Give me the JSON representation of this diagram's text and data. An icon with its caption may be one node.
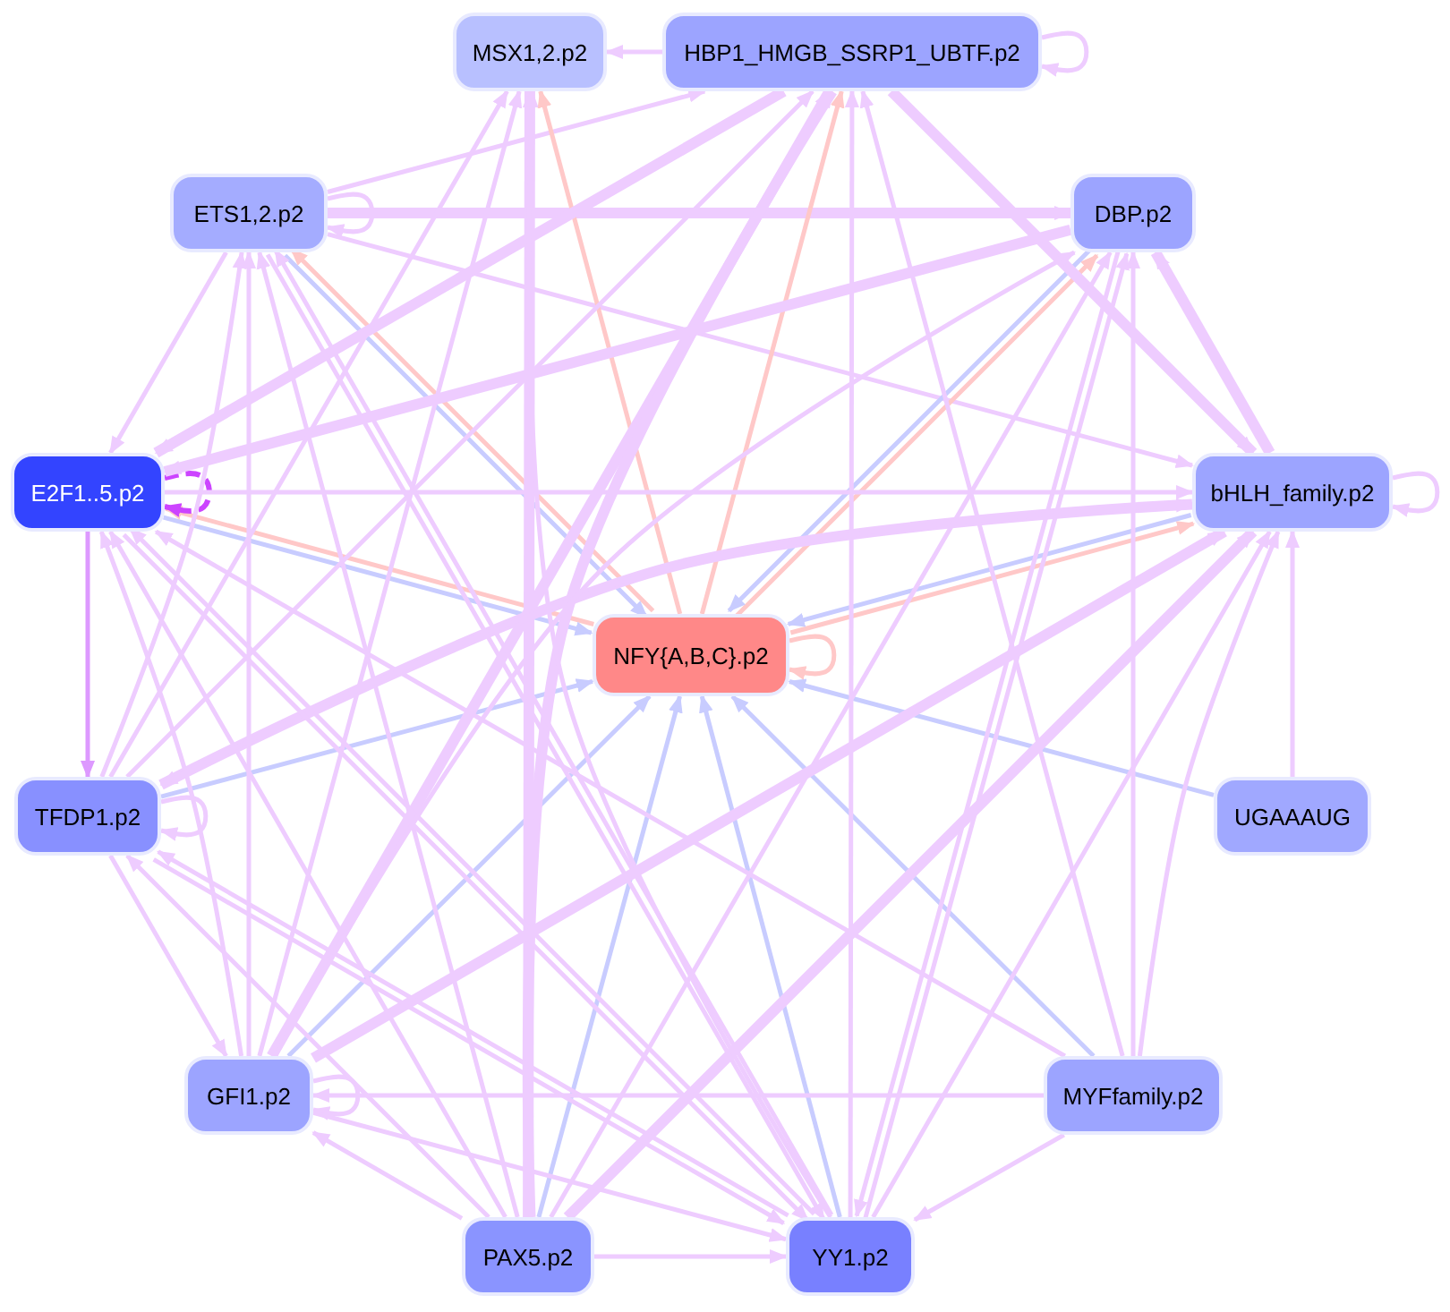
{
  "diagram": {
    "nodes": [
      {
        "text": [
          "MSX1,2.p2"
        ]
      },
      {
        "text": [
          "HBP1_HMGB_SSRP1_UBTF.p2"
        ]
      },
      {
        "text": [
          "ETS1,2.p2"
        ]
      },
      {
        "text": [
          "DBP.p2"
        ]
      },
      {
        "text": [
          "E2F1..5.p2"
        ]
      },
      {
        "text": [
          "bHLH_family.p2"
        ]
      },
      {
        "text": [
          "NFY{A,B,C}.p2"
        ]
      },
      {
        "text": [
          "TFDP1.p2"
        ]
      },
      {
        "text": [
          "UGAAAUG"
        ]
      },
      {
        "text": [
          "GFI1.p2"
        ]
      },
      {
        "text": [
          "MYFfamily.p2"
        ]
      },
      {
        "text": [
          "PAX5.p2"
        ]
      },
      {
        "text": [
          "YY1.p2"
        ]
      }
    ],
    "edges": [
      {
        "from": 1,
        "to": 0,
        "arrow": "to"
      },
      {
        "from": 1,
        "to": 1,
        "arrow": "to"
      },
      {
        "from": 2,
        "to": 1,
        "arrow": "to"
      },
      {
        "from": 2,
        "to": 2,
        "arrow": "to"
      },
      {
        "from": 2,
        "to": 3,
        "arrow": "to",
        "style": "thick"
      },
      {
        "from": 2,
        "to": 4,
        "arrow": "to"
      },
      {
        "from": 2,
        "to": 5,
        "arrow": "to"
      },
      {
        "from": 6,
        "to": 2,
        "arrow": "to",
        "color": "#ffc8c8"
      },
      {
        "from": 2,
        "to": 6,
        "arrow": "to",
        "color": "#c8ccff"
      },
      {
        "from": 6,
        "to": 4,
        "arrow": "to",
        "color": "#ffc8c8"
      },
      {
        "from": 4,
        "to": 6,
        "arrow": "to",
        "color": "#c8ccff"
      },
      {
        "from": 6,
        "to": 0,
        "arrow": "to",
        "color": "#ffc8c8"
      },
      {
        "from": 6,
        "to": 1,
        "arrow": "to",
        "color": "#ffc8c8"
      },
      {
        "from": 6,
        "to": 3,
        "arrow": "to",
        "color": "#ffc8c8"
      },
      {
        "from": 3,
        "to": 6,
        "arrow": "to",
        "color": "#c8ccff"
      },
      {
        "from": 6,
        "to": 5,
        "arrow": "to",
        "color": "#ffc8c8"
      },
      {
        "from": 5,
        "to": 6,
        "arrow": "to",
        "color": "#c8ccff"
      },
      {
        "from": 6,
        "to": 6,
        "arrow": "to",
        "color": "#ffc8c8"
      },
      {
        "from": 4,
        "to": 4,
        "arrow": "to",
        "style": "dashed",
        "color": "#cc44ff"
      },
      {
        "from": 4,
        "to": 5,
        "arrow": "to"
      },
      {
        "from": 4,
        "to": 7,
        "arrow": "to",
        "color": "#dd99ff"
      },
      {
        "from": 7,
        "to": 6,
        "arrow": "to",
        "color": "#c8ccff"
      },
      {
        "from": 8,
        "to": 6,
        "arrow": "to",
        "color": "#c8ccff"
      },
      {
        "from": 9,
        "to": 6,
        "arrow": "to",
        "color": "#c8ccff"
      },
      {
        "from": 11,
        "to": 6,
        "arrow": "to",
        "color": "#c8ccff"
      },
      {
        "from": 12,
        "to": 6,
        "arrow": "to",
        "color": "#c8ccff"
      },
      {
        "from": 10,
        "to": 6,
        "arrow": "to",
        "color": "#c8ccff"
      },
      {
        "from": 7,
        "to": 7,
        "arrow": "to"
      },
      {
        "from": 9,
        "to": 9,
        "arrow": "to"
      },
      {
        "from": 5,
        "to": 5,
        "arrow": "to"
      },
      {
        "from": 8,
        "to": 5,
        "arrow": "to"
      },
      {
        "from": 10,
        "to": 12,
        "arrow": "to"
      },
      {
        "from": 11,
        "to": 12,
        "arrow": "to"
      },
      {
        "from": 11,
        "to": 9,
        "arrow": "to"
      },
      {
        "from": 7,
        "to": 9,
        "arrow": "to"
      },
      {
        "from": 10,
        "to": 9,
        "arrow": "to"
      },
      {
        "from": 5,
        "to": 3,
        "arrow": "to",
        "style": "thick"
      },
      {
        "from": 1,
        "to": 5,
        "arrow": "to",
        "style": "thick"
      },
      {
        "from": 9,
        "to": 1,
        "arrow": "to",
        "style": "thick"
      },
      {
        "from": 11,
        "to": 1,
        "arrow": "to",
        "style": "thick"
      },
      {
        "from": 11,
        "to": 0,
        "arrow": "to",
        "style": "thick"
      },
      {
        "from": 9,
        "to": 0,
        "arrow": "to"
      },
      {
        "from": 7,
        "to": 2,
        "arrow": "to"
      },
      {
        "from": 9,
        "to": 2,
        "arrow": "to"
      },
      {
        "from": 11,
        "to": 2,
        "arrow": "to"
      },
      {
        "from": 12,
        "to": 2,
        "arrow": "to"
      },
      {
        "from": 9,
        "to": 4,
        "arrow": "to"
      },
      {
        "from": 11,
        "to": 4,
        "arrow": "to"
      },
      {
        "from": 12,
        "to": 4,
        "arrow": "to"
      },
      {
        "from": 10,
        "to": 4,
        "arrow": "to"
      },
      {
        "from": 1,
        "to": 4,
        "arrow": "to",
        "style": "thick"
      },
      {
        "from": 3,
        "to": 4,
        "arrow": "to",
        "style": "thick"
      },
      {
        "from": 5,
        "to": 7,
        "arrow": "to",
        "style": "thick"
      },
      {
        "from": 7,
        "to": 5,
        "arrow": "to"
      },
      {
        "from": 12,
        "to": 1,
        "arrow": "to"
      },
      {
        "from": 12,
        "to": 0,
        "arrow": "to"
      },
      {
        "from": 12,
        "to": 3,
        "arrow": "to"
      },
      {
        "from": 12,
        "to": 5,
        "arrow": "to"
      },
      {
        "from": 10,
        "to": 3,
        "arrow": "to"
      },
      {
        "from": 10,
        "to": 1,
        "arrow": "to"
      },
      {
        "from": 10,
        "to": 5,
        "arrow": "to"
      },
      {
        "from": 11,
        "to": 5,
        "arrow": "to",
        "style": "thick"
      },
      {
        "from": 11,
        "to": 3,
        "arrow": "to"
      },
      {
        "from": 9,
        "to": 3,
        "arrow": "to"
      },
      {
        "from": 9,
        "to": 5,
        "arrow": "to",
        "style": "thick"
      },
      {
        "from": 7,
        "to": 1,
        "arrow": "to"
      },
      {
        "from": 7,
        "to": 0,
        "arrow": "to"
      },
      {
        "from": 7,
        "to": 12,
        "arrow": "to"
      },
      {
        "from": 9,
        "to": 12,
        "arrow": "to"
      },
      {
        "from": 4,
        "to": 12,
        "arrow": "to"
      },
      {
        "from": 2,
        "to": 12,
        "arrow": "to"
      },
      {
        "from": 11,
        "to": 7,
        "arrow": "to"
      },
      {
        "from": 12,
        "to": 7,
        "arrow": "to"
      },
      {
        "from": 3,
        "to": 12,
        "arrow": "to"
      }
    ]
  }
}
